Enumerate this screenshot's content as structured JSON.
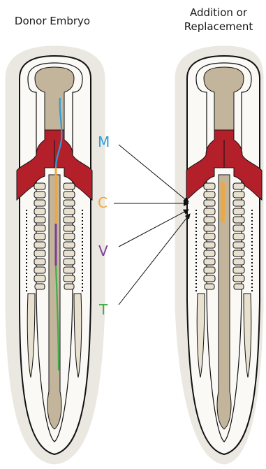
{
  "titles": {
    "donor": "Donor Embryo",
    "host_line1": "Addition or",
    "host_line2": "Replacement"
  },
  "segments": [
    {
      "key": "M",
      "label": "M",
      "color": "#2a9fd8"
    },
    {
      "key": "C",
      "label": "C",
      "color": "#f2a63a"
    },
    {
      "key": "V",
      "label": "V",
      "color": "#7b3f98"
    },
    {
      "key": "T",
      "label": "T",
      "color": "#3fae49"
    }
  ],
  "colors": {
    "embryo_outer": "#ebe8e2",
    "embryo_inner": "#faf9f6",
    "notochord": "#c2b59b",
    "somite": "#e9e1d0",
    "blood_vessel": "#b3202a"
  }
}
